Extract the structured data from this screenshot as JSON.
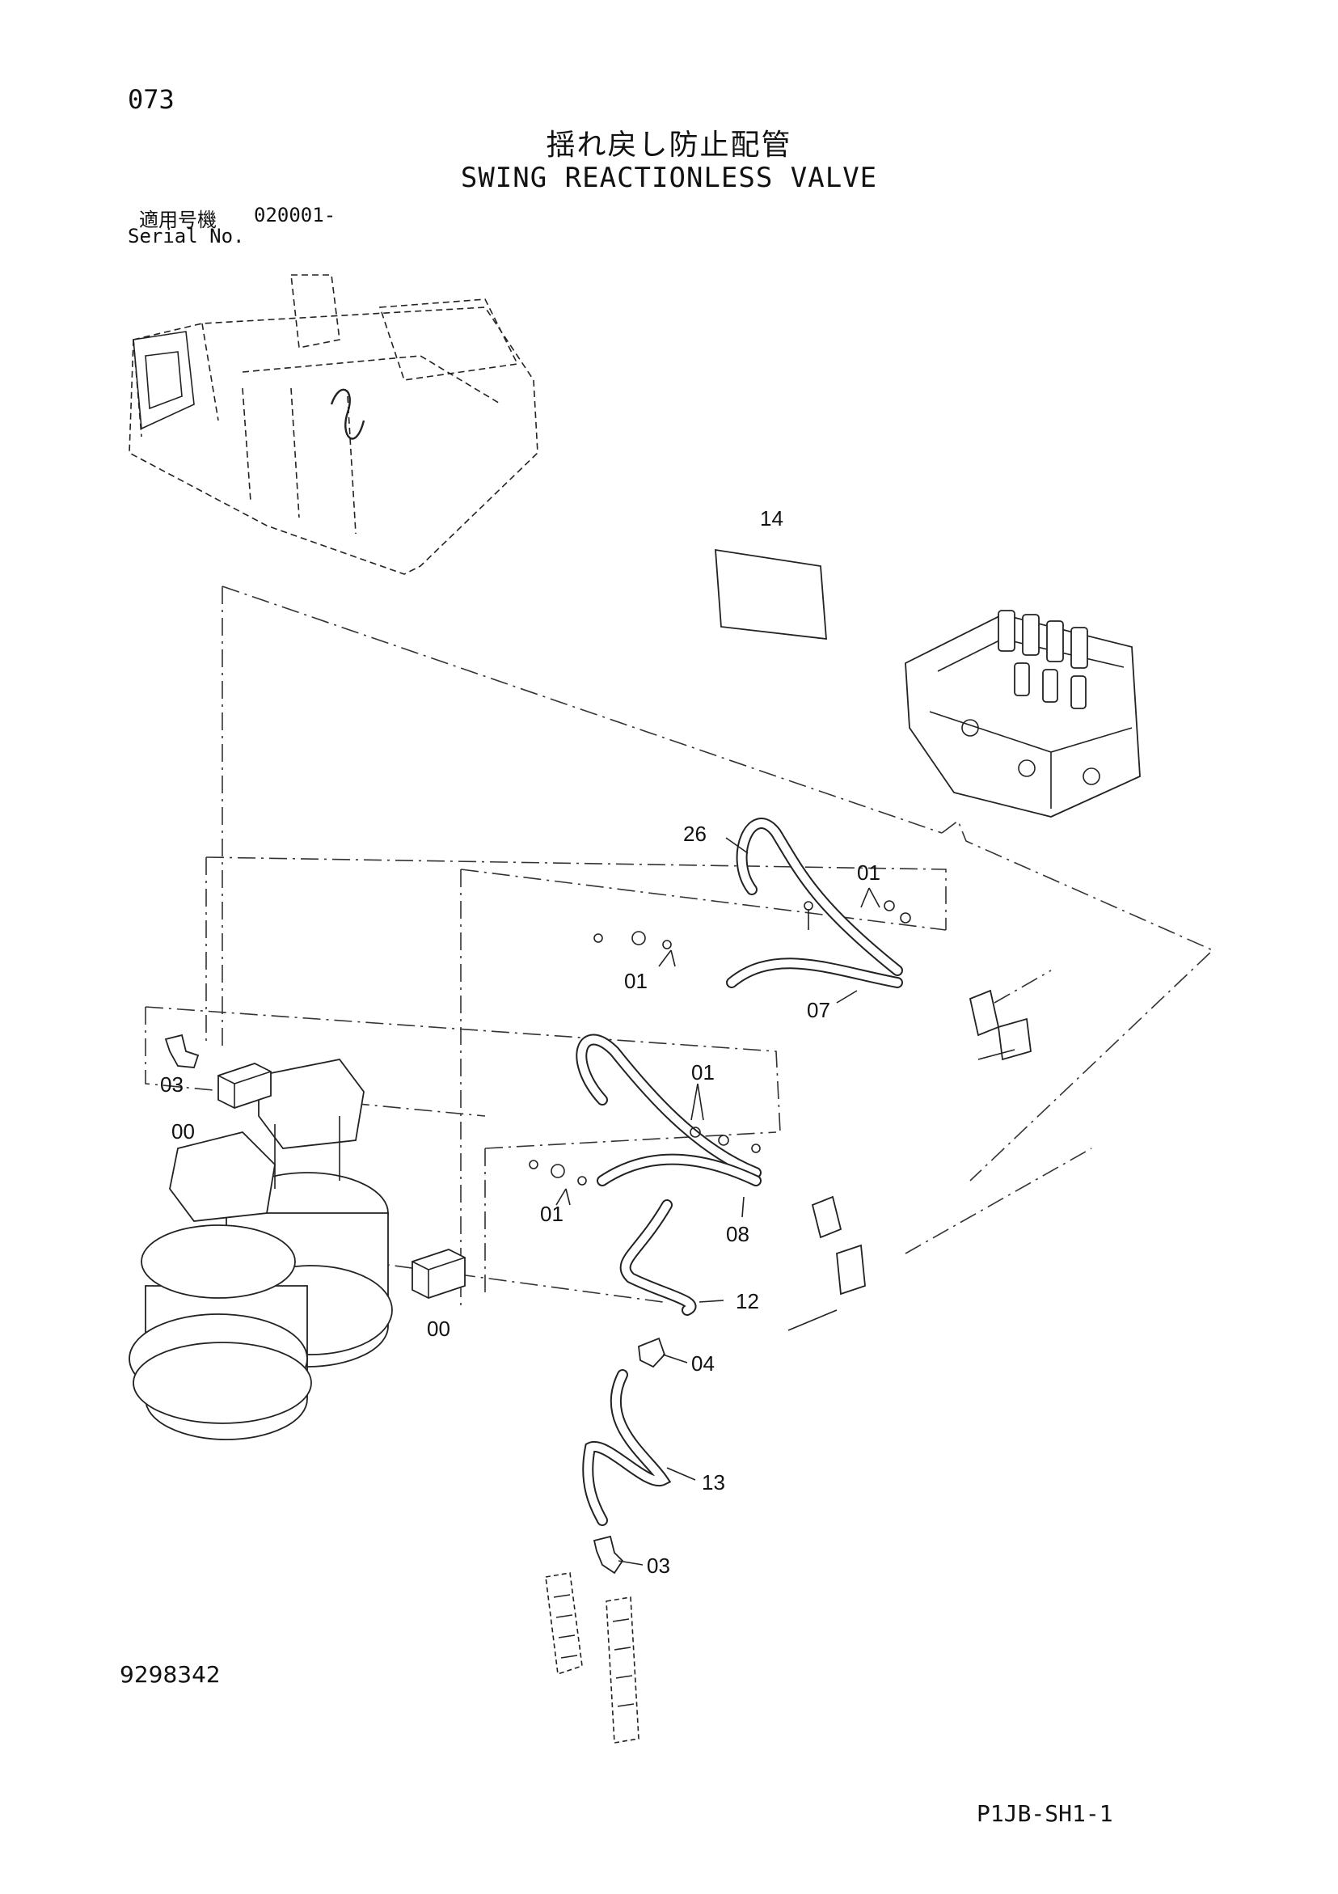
{
  "header": {
    "page_number": "073",
    "title_jp": "揺れ戻し防止配管",
    "title_en": "SWING REACTIONLESS VALVE",
    "serial_label_jp": "適用号機",
    "serial_value": "020001-",
    "serial_label_en": "Serial No."
  },
  "footer": {
    "drawing_id": "9298342",
    "sheet_code": "P1JB-SH1-1"
  },
  "callouts": {
    "c14": "14",
    "c26": "26",
    "c01a": "01",
    "c01b": "01",
    "c07": "07",
    "c03a": "03",
    "c00a": "00",
    "c01c": "01",
    "c01d": "01",
    "c08": "08",
    "c12": "12",
    "c00b": "00",
    "c04": "04",
    "c13": "13",
    "c03b": "03"
  }
}
